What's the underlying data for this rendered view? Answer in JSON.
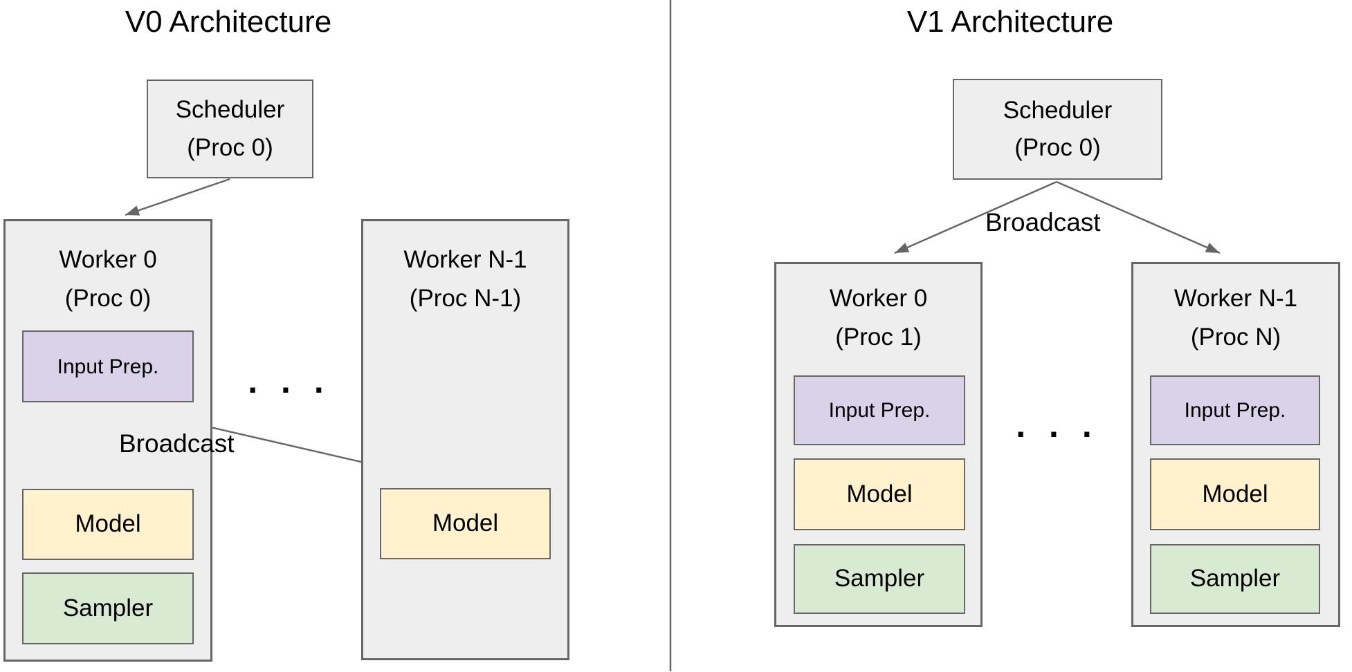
{
  "colors": {
    "box_fill": "#eeeeee",
    "box_border": "#666666",
    "input_prep_fill": "#d9d2e9",
    "model_fill": "#fff2cc",
    "sampler_fill": "#d9ead3",
    "arrow": "#666666",
    "divider": "#666666",
    "text": "#000000"
  },
  "v0": {
    "title": "V0 Architecture",
    "scheduler": {
      "line1": "Scheduler",
      "line2": "(Proc 0)"
    },
    "broadcast_label": "Broadcast",
    "dots": ". . .",
    "worker0": {
      "title_line1": "Worker 0",
      "title_line2": "(Proc 0)",
      "input_prep": "Input Prep.",
      "model": "Model",
      "sampler": "Sampler"
    },
    "workerN": {
      "title_line1": "Worker N-1",
      "title_line2": "(Proc N-1)",
      "model": "Model"
    }
  },
  "v1": {
    "title": "V1 Architecture",
    "scheduler": {
      "line1": "Scheduler",
      "line2": "(Proc 0)"
    },
    "broadcast_label": "Broadcast",
    "dots": ". . .",
    "worker0": {
      "title_line1": "Worker 0",
      "title_line2": "(Proc 1)",
      "input_prep": "Input Prep.",
      "model": "Model",
      "sampler": "Sampler"
    },
    "workerN": {
      "title_line1": "Worker N-1",
      "title_line2": "(Proc N)",
      "input_prep": "Input Prep.",
      "model": "Model",
      "sampler": "Sampler"
    }
  }
}
